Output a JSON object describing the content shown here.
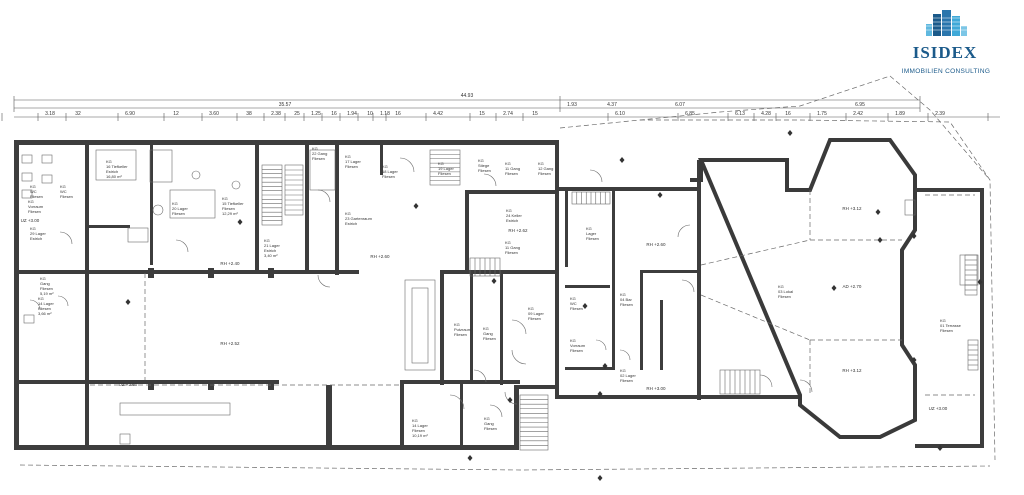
{
  "logo": {
    "brand": "ISIDEX",
    "tagline": "IMMOBILIEN CONSULTING",
    "colors": {
      "brand": "#1b5a8a",
      "accent": "#3fa9d8"
    }
  },
  "dimensions": {
    "overall": "44.93",
    "secondary": "35.57",
    "top_segments": [
      "1.93",
      "4.37",
      "6.07",
      "6.95"
    ],
    "bottom_segments": [
      "3.18",
      "32",
      "6.90",
      "12",
      "3.60",
      "38",
      "2.38",
      "25",
      "1.25",
      "16",
      "1.94",
      "10",
      "1.18",
      "16",
      "4.42",
      "15",
      "2.74",
      "15",
      "6.10",
      "6.85",
      "6.13",
      "4.28",
      "16",
      "1.75",
      "2.42",
      "1.89",
      "2.39"
    ]
  },
  "rooms": [
    {
      "id": "r1",
      "name": "KG",
      "line2": "16 Tiefkeller",
      "line3": "Estrich",
      "area": "16,80 m²"
    },
    {
      "id": "r2",
      "name": "KG",
      "line2": "15 Tiefkeller",
      "line3": "Fliesen",
      "area": "12,29 m²"
    },
    {
      "id": "r3",
      "name": "KG",
      "line2": "WC",
      "line3": "Fliesen",
      "area": ""
    },
    {
      "id": "r4",
      "name": "KG",
      "line2": "Vorraum",
      "line3": "Fliesen",
      "area": ""
    },
    {
      "id": "r5",
      "name": "KG",
      "line2": "WC",
      "line3": "Fliesen",
      "area": ""
    },
    {
      "id": "r6",
      "name": "KG",
      "line2": "29 Lager",
      "line3": "Estrich",
      "area": ""
    },
    {
      "id": "r7",
      "name": "KG",
      "line2": "Gang",
      "line3": "Fliesen",
      "area": "5,19 m²"
    },
    {
      "id": "r8",
      "name": "KG",
      "line2": "14 Lager",
      "line3": "Fliesen",
      "area": "3,66 m²"
    },
    {
      "id": "r9",
      "name": "KG",
      "line2": "20 Lager",
      "line3": "Fliesen",
      "area": ""
    },
    {
      "id": "r10",
      "name": "KG",
      "line2": "21 Lager",
      "line3": "Estrich",
      "area": "3,40 m²"
    },
    {
      "id": "r11",
      "name": "KG",
      "line2": "22 Gang",
      "line3": "Fliesen",
      "area": ""
    },
    {
      "id": "r12",
      "name": "KG",
      "line2": "17 Lager",
      "line3": "Fliesen",
      "area": ""
    },
    {
      "id": "r13",
      "name": "KG",
      "line2": "18 Lager",
      "line3": "Fliesen",
      "area": ""
    },
    {
      "id": "r14",
      "name": "KG",
      "line2": "19 Lager",
      "line3": "Fliesen",
      "area": ""
    },
    {
      "id": "r15",
      "name": "KG",
      "line2": "23 Gartenraum",
      "line3": "Estrich",
      "area": ""
    },
    {
      "id": "r16",
      "name": "KG",
      "line2": "Stiege",
      "line3": "Fliesen",
      "area": ""
    },
    {
      "id": "r17",
      "name": "KG",
      "line2": "11 Gang",
      "line3": "Fliesen",
      "area": ""
    },
    {
      "id": "r18",
      "name": "KG",
      "line2": "12 Gang",
      "line3": "Fliesen",
      "area": ""
    },
    {
      "id": "r19",
      "name": "KG",
      "line2": "24 Keller",
      "line3": "Estrich",
      "area": ""
    },
    {
      "id": "r20",
      "name": "KG",
      "line2": "Lager",
      "line3": "Fliesen",
      "area": ""
    },
    {
      "id": "r21",
      "name": "KG",
      "line2": "11 Gang",
      "line3": "Fliesen",
      "area": ""
    },
    {
      "id": "r22",
      "name": "KG",
      "line2": "WC",
      "line3": "Fliesen",
      "area": ""
    },
    {
      "id": "r23",
      "name": "KG",
      "line2": "Vorraum",
      "line3": "Fliesen",
      "area": ""
    },
    {
      "id": "r24",
      "name": "KG",
      "line2": "09 Lager",
      "line3": "Fliesen",
      "area": ""
    },
    {
      "id": "r25",
      "name": "KG",
      "line2": "Putzraum",
      "line3": "Fliesen",
      "area": ""
    },
    {
      "id": "r26",
      "name": "KG",
      "line2": "Gang",
      "line3": "Fliesen",
      "area": ""
    },
    {
      "id": "r27",
      "name": "KG",
      "line2": "04 Bar",
      "line3": "Fliesen",
      "area": ""
    },
    {
      "id": "r28",
      "name": "KG",
      "line2": "03 Lokal",
      "line3": "Fliesen",
      "area": ""
    },
    {
      "id": "r29",
      "name": "KG",
      "line2": "01 Terrasse",
      "line3": "Fliesen",
      "area": ""
    },
    {
      "id": "r30",
      "name": "KG",
      "line2": "02 Lager",
      "line3": "Fliesen",
      "area": ""
    },
    {
      "id": "r31",
      "name": "KG",
      "line2": "Gang",
      "line3": "Fliesen",
      "area": ""
    },
    {
      "id": "r32",
      "name": "KG",
      "line2": "14 Lager",
      "line3": "Fliesen",
      "area": "10,19 m²"
    }
  ],
  "levels": [
    {
      "id": "l1",
      "text": "RH +2.40"
    },
    {
      "id": "l2",
      "text": "RH +2.52"
    },
    {
      "id": "l3",
      "text": "RH +2.60"
    },
    {
      "id": "l4",
      "text": "RH +2.62"
    },
    {
      "id": "l5",
      "text": "RH +2.60"
    },
    {
      "id": "l6",
      "text": "RH +3.12"
    },
    {
      "id": "l7",
      "text": "RH +3.12"
    },
    {
      "id": "l8",
      "text": "RH +3.00"
    },
    {
      "id": "l9",
      "text": "AD +2.70"
    },
    {
      "id": "l10",
      "text": "UZ +2.60"
    },
    {
      "id": "l11",
      "text": "UZ +3.00"
    },
    {
      "id": "l12",
      "text": "UZ +3.00"
    }
  ]
}
